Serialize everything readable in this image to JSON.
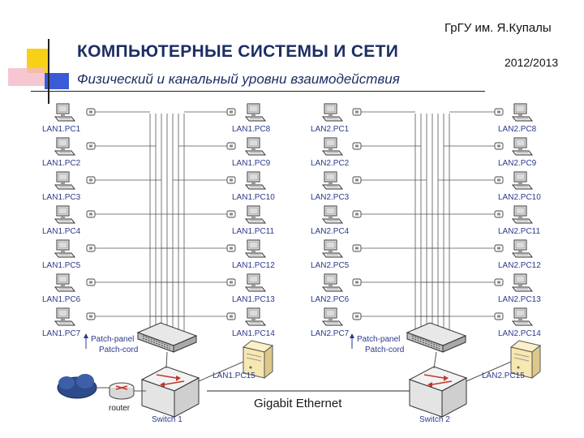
{
  "header": {
    "university": "ГрГУ им. Я.Купалы",
    "year": "2012/2013",
    "title": "КОМПЬЮТЕРНЫЕ СИСТЕМЫ  И СЕТИ",
    "subtitle": "Физический и канальный уровни взаимодействия"
  },
  "lan1": {
    "left_pcs": [
      "LAN1.PC1",
      "LAN1.PC2",
      "LAN1.PC3",
      "LAN1.PC4",
      "LAN1.PC5",
      "LAN1.PC6",
      "LAN1.PC7"
    ],
    "right_pcs": [
      "LAN1.PC8",
      "LAN1.PC9",
      "LAN1.PC10",
      "LAN1.PC11",
      "LAN1.PC12",
      "LAN1.PC13",
      "LAN1.PC14"
    ],
    "server": "LAN1.PC15",
    "patch_panel": "Patch-panel",
    "patch_cord": "Patch-cord",
    "switch": "Switch 1"
  },
  "lan2": {
    "left_pcs": [
      "LAN2.PC1",
      "LAN2.PC2",
      "LAN2.PC3",
      "LAN2.PC4",
      "LAN2.PC5",
      "LAN2.PC6",
      "LAN2.PC7"
    ],
    "right_pcs": [
      "LAN2.PC8",
      "LAN2.PC9",
      "LAN2.PC10",
      "LAN2.PC11",
      "LAN2.PC12",
      "LAN2.PC13",
      "LAN2.PC14"
    ],
    "server": "LAN2.PC15",
    "patch_panel": "Patch-panel",
    "patch_cord": "Patch-cord",
    "switch": "Switch 2"
  },
  "router": "router",
  "link_label": "Gigabit Ethernet",
  "colors": {
    "title": "#1c2e63",
    "label": "#2a3a8a",
    "cable": "#555555",
    "accent_yellow": "#f7d117",
    "accent_blue": "#3b5bd6"
  }
}
